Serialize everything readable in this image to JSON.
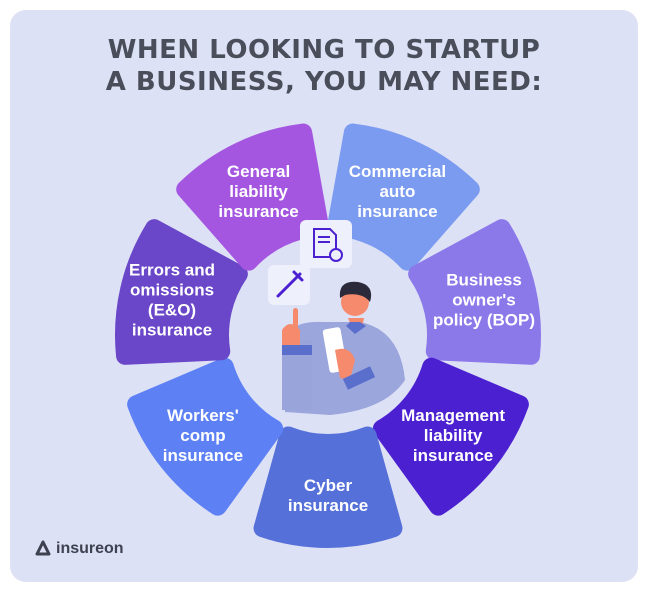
{
  "title": {
    "line1": "WHEN LOOKING TO STARTUP",
    "line2": "A BUSINESS, YOU MAY NEED:"
  },
  "segments": [
    {
      "lines": [
        "Commercial",
        "auto",
        "insurance"
      ],
      "color": "#7b9bf0"
    },
    {
      "lines": [
        "Business",
        "owner's",
        "policy (BOP)"
      ],
      "color": "#8b79ea"
    },
    {
      "lines": [
        "Management",
        "liability",
        "insurance"
      ],
      "color": "#4b20d0"
    },
    {
      "lines": [
        "Cyber",
        "insurance"
      ],
      "color": "#5571d9"
    },
    {
      "lines": [
        "Workers'",
        "comp",
        "insurance"
      ],
      "color": "#5d81f5"
    },
    {
      "lines": [
        "Errors and",
        "omissions",
        "(E&O)",
        "insurance"
      ],
      "color": "#6a46c8"
    },
    {
      "lines": [
        "General",
        "liability",
        "insurance"
      ],
      "color": "#a456e0"
    }
  ],
  "center_icons": [
    "document-badge-icon",
    "crutch-icon"
  ],
  "brand": {
    "name": "insureon"
  }
}
